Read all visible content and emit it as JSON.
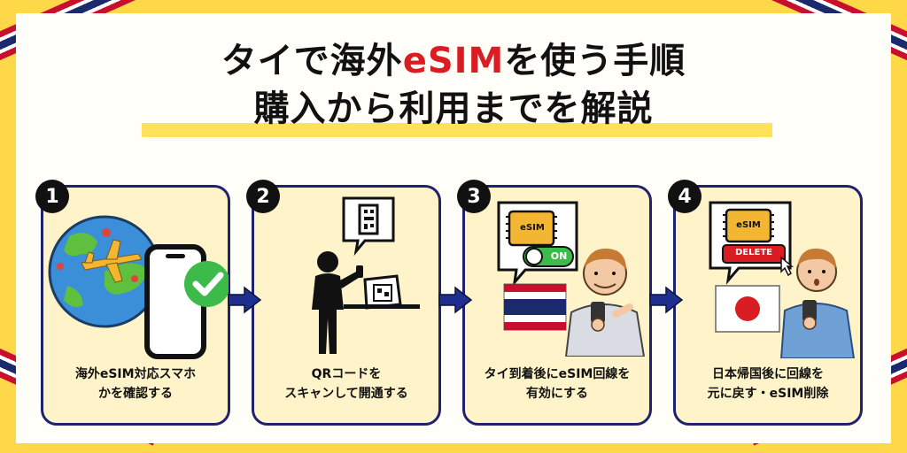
{
  "title": {
    "line1_before": "タイで海外",
    "line1_accent": "eSIM",
    "line1_after": "を使う手順",
    "line2": "購入から利用までを解説"
  },
  "colors": {
    "accent": "#d91d22",
    "card_border": "#1f2270",
    "card_fill": "#fff3c9",
    "frame": "#ffd84a",
    "arrow": "#1f2f8f",
    "check": "#3dbb4a"
  },
  "steps": [
    {
      "num": "1",
      "line1": "海外eSIM対応スマホ",
      "line2": "かを確認する"
    },
    {
      "num": "2",
      "line1": "QRコードを",
      "line2": "スキャンして開通する"
    },
    {
      "num": "3",
      "line1": "タイ到着後にeSIM回線を",
      "line2": "有効にする"
    },
    {
      "num": "4",
      "line1": "日本帰国後に回線を",
      "line2": "元に戻す・eSIM削除"
    }
  ],
  "illustrations": {
    "chip_label": "eSIM",
    "toggle_label": "ON",
    "delete_label": "DELETE"
  },
  "icons": [
    "globe-icon",
    "airplane-icon",
    "smartphone-icon",
    "check-icon",
    "qr-code-icon",
    "person-silhouette-icon",
    "thai-flag-icon",
    "japan-flag-icon",
    "arrow-right-icon"
  ]
}
